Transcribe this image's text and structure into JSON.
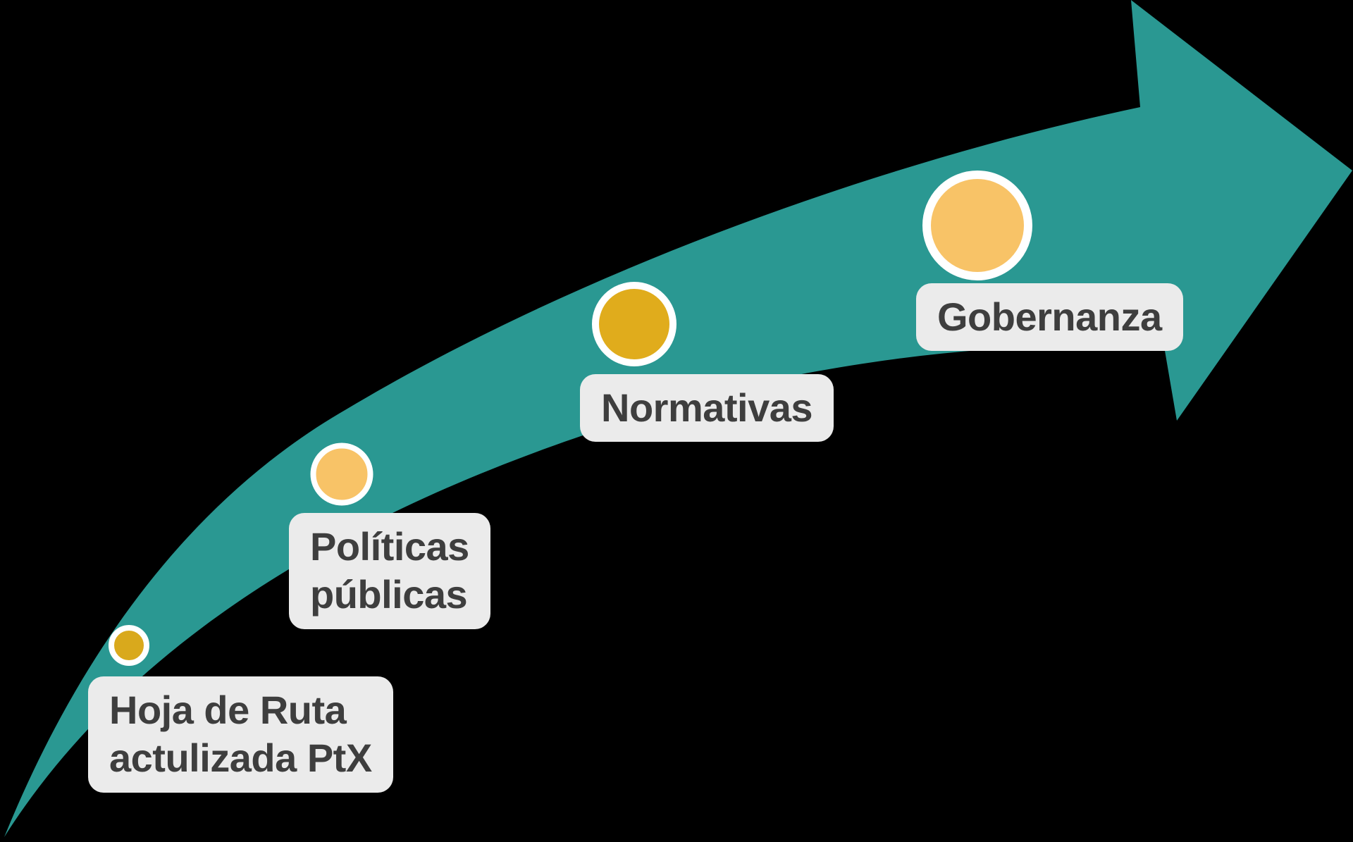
{
  "diagram": {
    "background_color": "#000000",
    "arrow": {
      "color": "#2A9892"
    },
    "label_style": {
      "background_color": "#EBEBEB",
      "text_color": "#3E3E3E"
    },
    "dot_ring_color": "#FFFFFF",
    "milestones": [
      {
        "label": "Hoja de Ruta\nactulizada PtX",
        "dot_color": "#D9A91C"
      },
      {
        "label": "Políticas\npúblicas",
        "dot_color": "#F8C367"
      },
      {
        "label": "Normativas",
        "dot_color": "#E0AC1C"
      },
      {
        "label": "Gobernanza",
        "dot_color": "#F8C367"
      }
    ]
  }
}
